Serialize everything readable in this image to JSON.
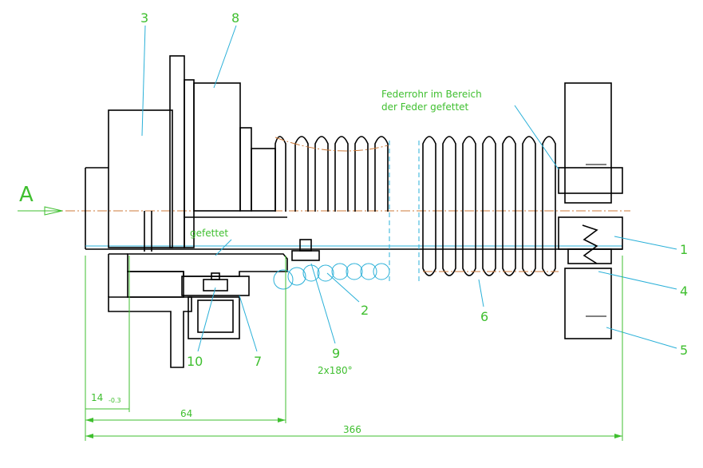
{
  "labels": {
    "view_letter": "A",
    "part_1": "1",
    "part_2": "2",
    "part_3": "3",
    "part_4": "4",
    "part_5": "5",
    "part_6": "6",
    "part_7": "7",
    "part_8": "8",
    "part_9": "9",
    "part_9_note": "2x180°",
    "part_10": "10",
    "note_greased": "gefettet",
    "note_spring_tube_1": "Federrohr im Bereich",
    "note_spring_tube_2": "der Feder gefettet"
  },
  "dimensions": {
    "dim_14": "14",
    "dim_14_tol": "-0.3",
    "dim_64": "64",
    "dim_366": "366"
  },
  "colors": {
    "label": "#3fbf2f",
    "outline": "#000000",
    "leader": "#2ab0d8",
    "centerline": "#cc7a3a",
    "hatch": "#2ab0d8"
  }
}
